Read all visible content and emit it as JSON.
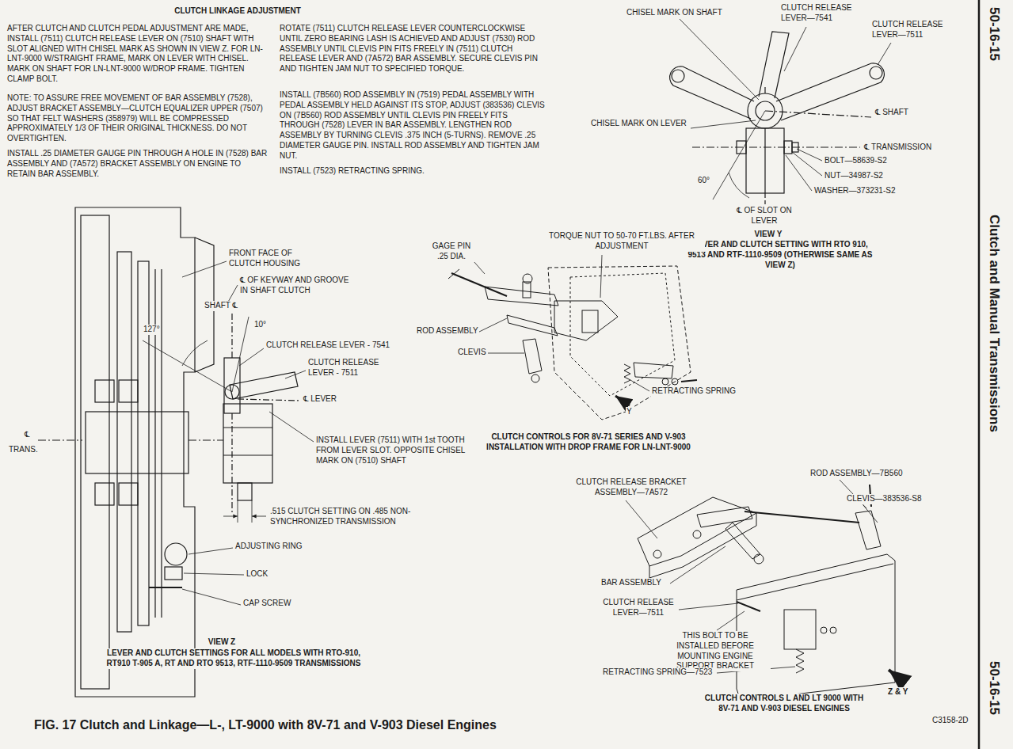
{
  "diagram": {
    "title": "CLUTCH LINKAGE ADJUSTMENT",
    "caption": "FIG. 17 Clutch and Linkage—L-, LT-9000 with 8V-71 and V-903 Diesel Engines",
    "labels": [
      "AFTER CLUTCH AND CLUTCH PEDAL ADJUSTMENT ARE MADE, INSTALL (7511) CLUTCH RELEASE LEVER ON (7510) SHAFT WITH SLOT ALIGNED WITH CHISEL MARK AS SHOWN IN VIEW Z. FOR LN-LNT-9000 W/STRAIGHT FRAME, MARK ON LEVER WITH CHISEL. MARK ON SHAFT FOR LN-LNT-9000 W/DROP FRAME. TIGHTEN CLAMP BOLT.",
      "NOTE: TO ASSURE FREE MOVEMENT OF BAR ASSEMBLY (7528), ADJUST BRACKET ASSEMBLY—CLUTCH EQUALIZER UPPER (7507) SO THAT FELT WASHERS (358979) WILL BE COMPRESSED APPROXIMATELY 1/3 OF THEIR ORIGINAL THICKNESS. DO NOT OVERTIGHTEN.",
      "INSTALL .25 DIAMETER GAUGE PIN THROUGH A HOLE IN (7528) BAR ASSEMBLY AND (7A572) BRACKET ASSEMBLY ON ENGINE TO RETAIN BAR ASSEMBLY.",
      "ROTATE (7511) CLUTCH RELEASE LEVER COUNTERCLOCKWISE UNTIL ZERO BEARING LASH IS ACHIEVED AND ADJUST (7530) ROD ASSEMBLY UNTIL CLEVIS PIN FITS FREELY IN (7511) CLUTCH RELEASE LEVER AND (7A572) BAR ASSEMBLY. SECURE CLEVIS PIN AND TIGHTEN JAM NUT TO SPECIFIED TORQUE.",
      "INSTALL (7B560) ROD ASSEMBLY IN (7519) PEDAL ASSEMBLY WITH PEDAL ASSEMBLY HELD AGAINST ITS STOP, ADJUST (383536) CLEVIS ON (7B560) ROD ASSEMBLY UNTIL CLEVIS PIN FREELY FITS THROUGH (7528) LEVER IN BAR ASSEMBLY. LENGTHEN ROD ASSEMBLY BY TURNING CLEVIS .375 INCH (5-TURNS). REMOVE .25 DIAMETER GAUGE PIN. INSTALL ROD ASSEMBLY AND TIGHTEN JAM NUT.",
      "INSTALL (7523) RETRACTING SPRING.",
      "CHISEL MARK ON SHAFT",
      "CLUTCH RELEASE LEVER—7541",
      "CLUTCH RELEASE LEVER—7511",
      "℄ SHAFT",
      "CHISEL MARK ON LEVER",
      "℄ TRANSMISSION",
      "BOLT—58639-S2",
      "NUT—34987-S2",
      "WASHER—373231-S2",
      "60°",
      "℄ OF SLOT ON LEVER",
      "VIEW Y",
      "LEVER AND CLUTCH SETTING WITH RTO 910, 9513 AND RTF-1110-9509 (OTHERWISE SAME AS VIEW Z)",
      "GAGE PIN .25 DIA.",
      "TORQUE NUT TO 50-70 FT.LBS. AFTER ADJUSTMENT",
      "ROD ASSEMBLY",
      "CLEVIS",
      "RETRACTING SPRING",
      "Y",
      "CLUTCH CONTROLS FOR 8V-71 SERIES AND V-903 INSTALLATION WITH DROP FRAME FOR LN-LNT-9000",
      "FRONT FACE OF CLUTCH HOUSING",
      "℄ OF KEYWAY AND GROOVE IN SHAFT CLUTCH",
      "SHAFT ℄",
      "127°",
      "10°",
      "CLUTCH RELEASE LEVER - 7541",
      "CLUTCH RELEASE LEVER - 7511",
      "℄ LEVER",
      "℄",
      "TRANS.",
      "INSTALL LEVER (7511) WITH 1st TOOTH FROM LEVER SLOT. OPPOSITE CHISEL MARK ON (7510) SHAFT",
      ".515 CLUTCH SETTING ON .485 NON-SYNCHRONIZED TRANSMISSION",
      "ADJUSTING RING",
      "LOCK",
      "CAP SCREW",
      "VIEW Z",
      "LEVER AND CLUTCH SETTINGS FOR ALL MODELS WITH RTO-910, RT910 T-905 A, RT AND RTO 9513, RTF-1110-9509 TRANSMISSIONS",
      "CLUTCH RELEASE BRACKET ASSEMBLY—7A572",
      "ROD ASSEMBLY—7B560",
      "CLEVIS—383536-S8",
      "BAR ASSEMBLY",
      "CLUTCH RELEASE LEVER—7511",
      "THIS BOLT TO BE INSTALLED BEFORE MOUNTING ENGINE SUPPORT BRACKET",
      "RETRACTING SPRING—7523",
      "Z & Y",
      "CLUTCH CONTROLS L AND LT 9000 WITH 8V-71 AND V-903 DIESEL ENGINES",
      "C3158-2D",
      "50-16-15",
      "Clutch and Manual Transmissions",
      "50-16-15"
    ]
  }
}
